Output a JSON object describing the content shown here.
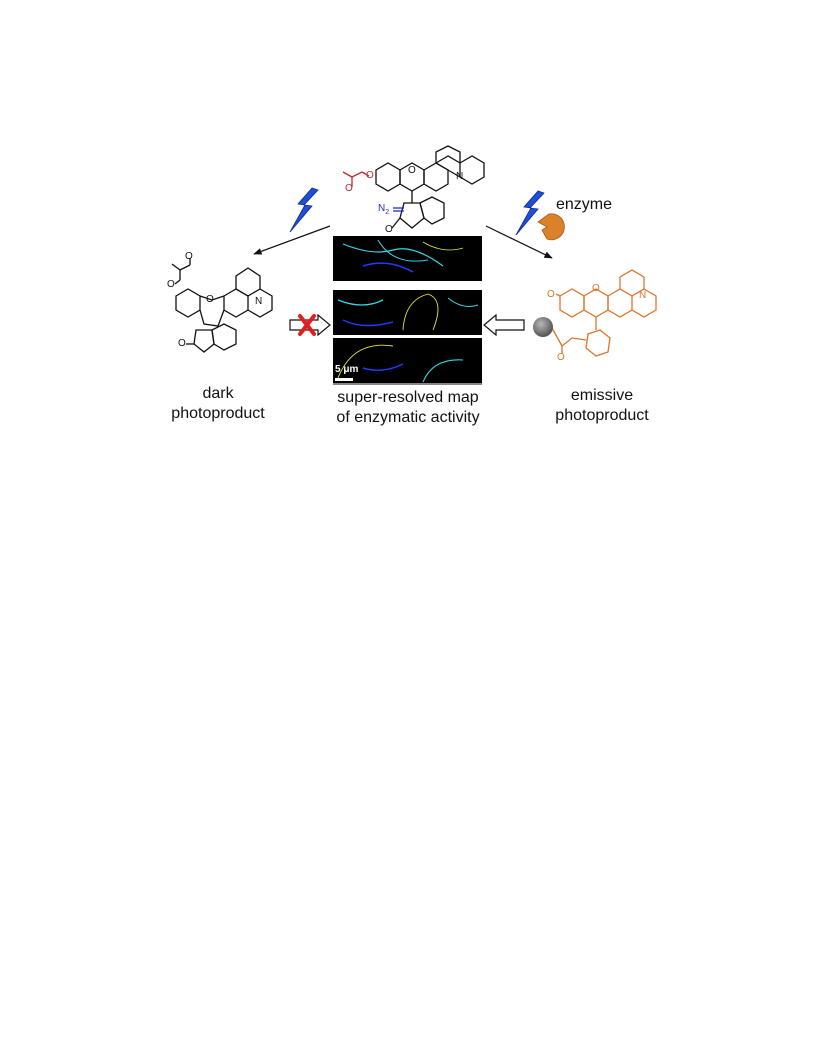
{
  "labels": {
    "enzyme": "enzyme",
    "dark_line1": "dark",
    "dark_line2": "photoproduct",
    "center_line1": "super-resolved map",
    "center_line2": "of enzymatic activity",
    "emissive_line1": "emissive",
    "emissive_line2": "photoproduct",
    "scale_bar": "5 μm"
  },
  "atoms": {
    "nitrogen": "N",
    "oxygen": "O",
    "diazo": "N",
    "diazo_subscript": "2"
  },
  "colors": {
    "acetyl_red": "#c0282a",
    "diazo_blue": "#1c2fbd",
    "emissive_orange": "#e0742a",
    "enzyme_orange": "#d9822b",
    "lightning_blue": "#1f4fd6",
    "cross_red": "#e02020",
    "quencher_gray": "#7a7a7a",
    "micrograph_bg": "#000000",
    "signal_cyan": "#38d6e8",
    "signal_blue": "#1d3cff",
    "signal_yellow": "#e8e63a"
  },
  "icons": [
    "lightning-icon",
    "enzyme-icon",
    "cross-icon",
    "open-arrow-icon"
  ]
}
